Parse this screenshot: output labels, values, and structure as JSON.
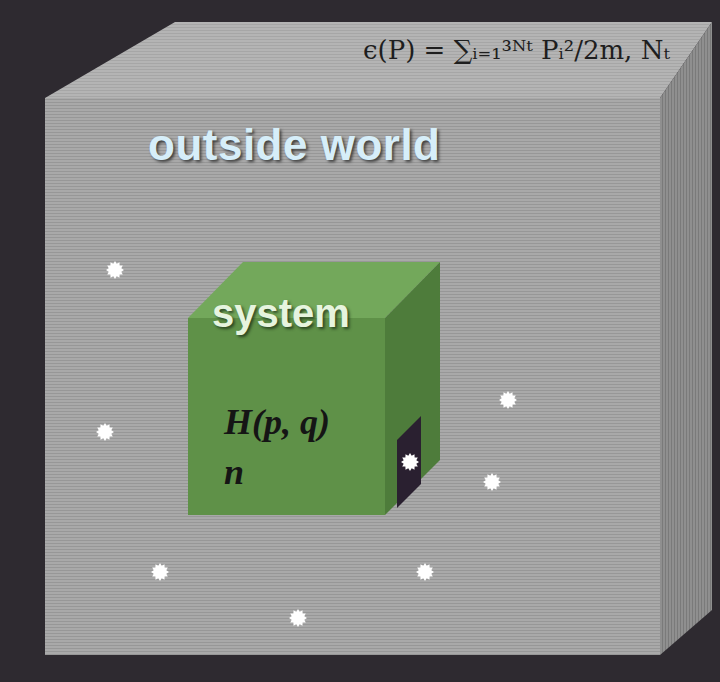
{
  "diagram": {
    "nodes": [
      {
        "text": [
          "ϵ(P) = ∑ᵢ₌₁³ᴺᵗ Pᵢ²/2m,  Nₜ",
          "outside world"
        ]
      },
      {
        "text": [
          "system",
          "H(p, q)",
          "n"
        ],
        "in": 0
      }
    ]
  }
}
